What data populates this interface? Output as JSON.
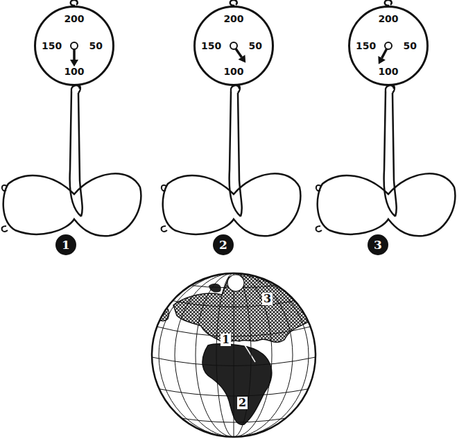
{
  "diagram": {
    "nodes": [
      {
        "text": [
          "200",
          "150",
          "50",
          "100"
        ]
      },
      {
        "text": [
          "200",
          "150",
          "50",
          "100"
        ]
      },
      {
        "text": [
          "200",
          "150",
          "50",
          "100"
        ]
      },
      {
        "text": [
          "1"
        ]
      },
      {
        "text": [
          "2"
        ]
      },
      {
        "text": [
          "3"
        ]
      }
    ],
    "labels": [
      "3",
      "1",
      "2"
    ]
  }
}
